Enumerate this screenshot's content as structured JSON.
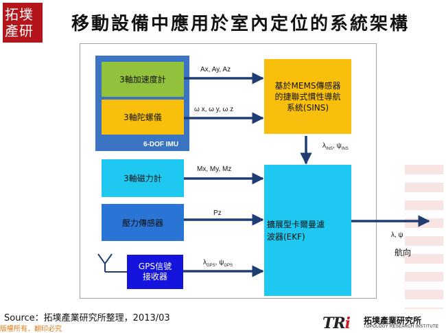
{
  "header": {
    "logo_line1": "拓墣",
    "logo_line2": "產研",
    "title": "移動設備中應用於室內定位的系統架構"
  },
  "imu": {
    "label": "6-DOF IMU"
  },
  "blocks": {
    "accelerometer": "3軸加速度計",
    "gyroscope": "3軸陀螺儀",
    "magnetometer": "3軸磁力計",
    "pressure": "壓力傳感器",
    "gps_line1": "GPS信號",
    "gps_line2": "接收器",
    "sins_line1": "基於MEMS傳感器",
    "sins_line2": "的捷聯式慣性導航",
    "sins_line3": "系統(SINS)",
    "ekf_line1": "擴展型卡爾曼濾",
    "ekf_line2": "波器(EKF)"
  },
  "signals": {
    "accel": "Ax, Ay, Az",
    "gyro": "ω x,  ω y,  ω z",
    "mag": "Mx, My, Mz",
    "pressure": "Pz",
    "gps_lambda": "λ",
    "gps_lambda_sub": "GPS",
    "gps_phi": ",  ψ",
    "gps_phi_sub": "GPS",
    "ins_lambda": "λ",
    "ins_lambda_sub": "INS",
    "ins_phi": ",  ψ",
    "ins_phi_sub": "INS",
    "output": "λ,  ψ",
    "output_label": "航向"
  },
  "footer": {
    "source": "Source：拓墣產業研究所整理，2013/03",
    "copyright": "版權所有．翻印必究",
    "brand_tri": "TR",
    "brand_i": "i",
    "brand_cn": "拓墣產業研究所",
    "brand_en": "TOPOLOGY RESEARCH INSTITUTE"
  }
}
